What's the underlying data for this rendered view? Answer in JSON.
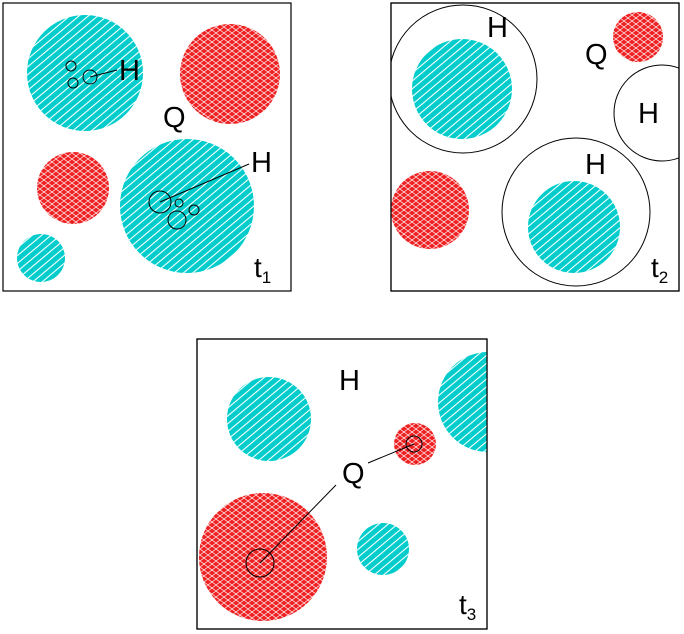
{
  "colors": {
    "cyan": "#00cccc",
    "red": "#ee2222",
    "outline": "#000000",
    "background": "#ffffff"
  },
  "panels": [
    {
      "time_label": "t",
      "time_subscript": "1",
      "labels": [
        "H",
        "Q",
        "H"
      ]
    },
    {
      "time_label": "t",
      "time_subscript": "2",
      "labels": [
        "H",
        "Q",
        "H",
        "H"
      ]
    },
    {
      "time_label": "t",
      "time_subscript": "3",
      "labels": [
        "H",
        "Q"
      ]
    }
  ]
}
